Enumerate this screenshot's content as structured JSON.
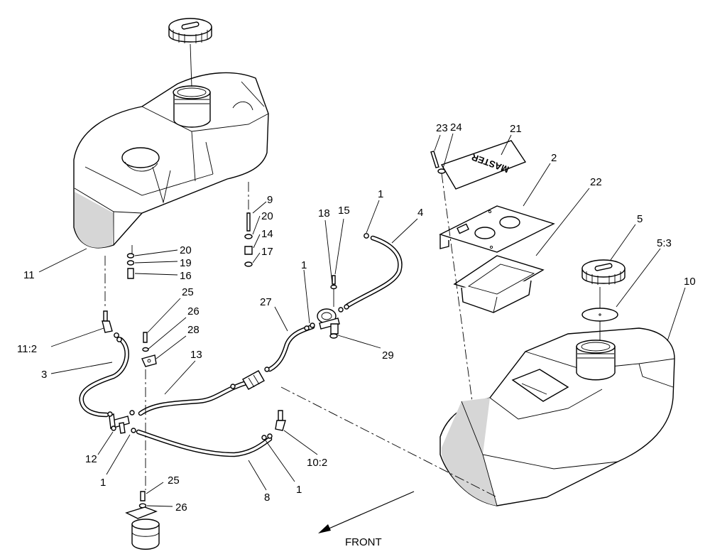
{
  "callouts": {
    "c23": "23",
    "c24": "24",
    "c21": "21",
    "c2": "2",
    "c22": "22",
    "c1_top": "1",
    "c4": "4",
    "c18": "18",
    "c15": "15",
    "c9": "9",
    "c20_a": "20",
    "c14": "14",
    "c17": "17",
    "c20_b": "20",
    "c19": "19",
    "c16": "16",
    "c11": "11",
    "c25_a": "25",
    "c26_a": "26",
    "c28": "28",
    "c27": "27",
    "c1_mid": "1",
    "c29": "29",
    "c13": "13",
    "c11_2": "11:2",
    "c3": "3",
    "c5": "5",
    "c5_3": "5:3",
    "c10": "10",
    "c12": "12",
    "c1_left": "1",
    "c8": "8",
    "c1_bottom": "1",
    "c10_2": "10:2",
    "c25_b": "25",
    "c26_b": "26"
  },
  "front_label": "FRONT",
  "decal_text": "MASTER"
}
